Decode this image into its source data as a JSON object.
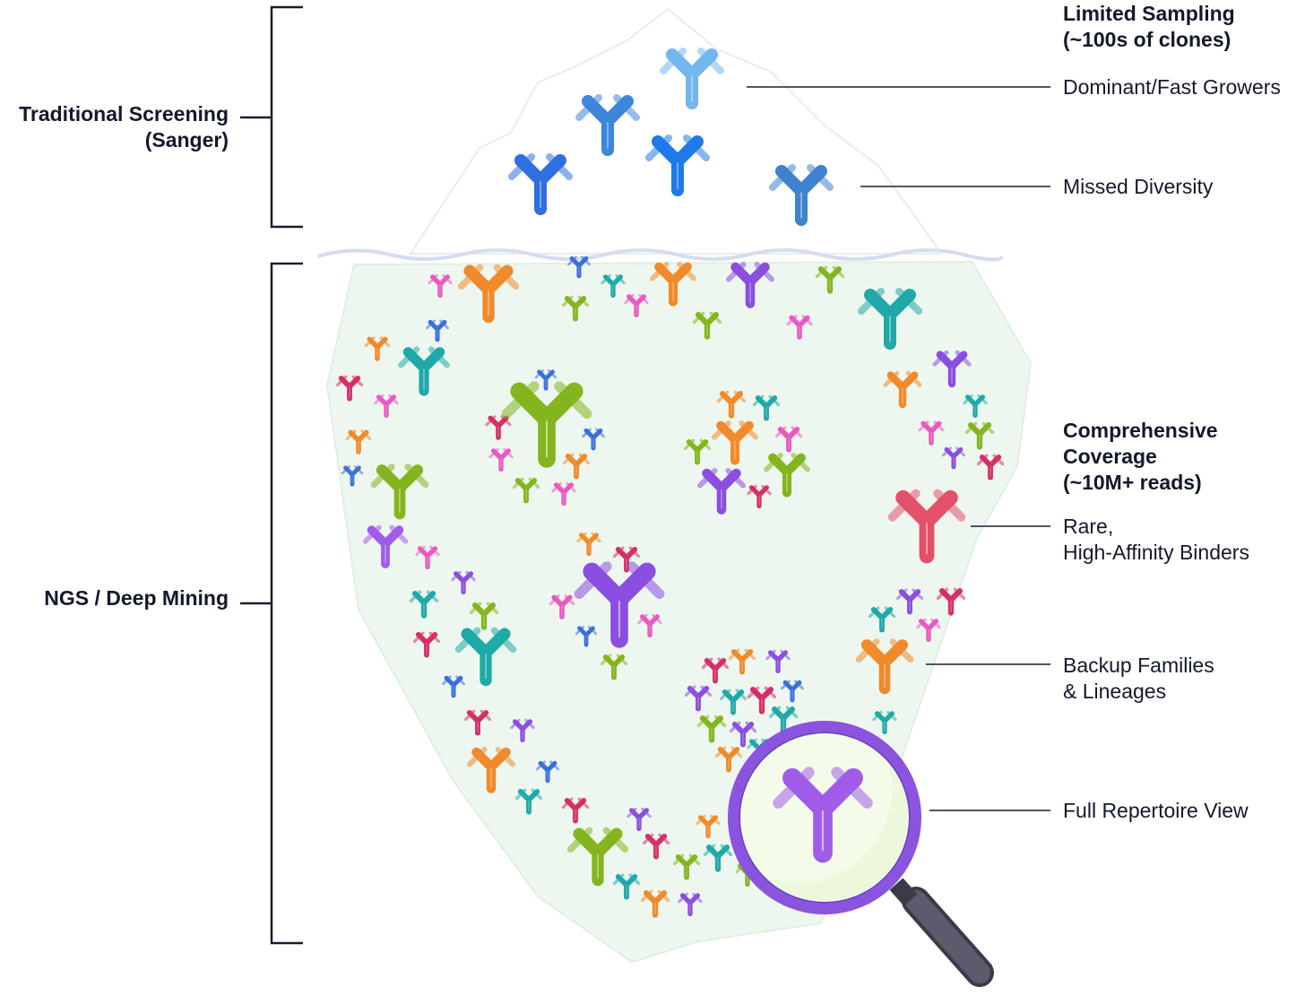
{
  "left_labels": {
    "traditional": [
      "Traditional Screening",
      "(Sanger)"
    ],
    "ngs": "NGS / Deep Mining"
  },
  "top_section": {
    "title": [
      "Limited Sampling",
      "(~100s of clones)"
    ],
    "dominant": "Dominant/Fast Growers",
    "missed": "Missed Diversity"
  },
  "bottom_section": {
    "title": [
      "Comprehensive",
      "Coverage",
      "(~10M+ reads)"
    ],
    "rare": [
      "Rare,",
      "High-Affinity Binders"
    ],
    "backup": [
      "Backup Families",
      "& Lineages"
    ],
    "full": "Full Repertoire View"
  },
  "colors": {
    "blue_shades": [
      "#2f6fe0",
      "#1e7ae8",
      "#3d86dc",
      "#74b6ee",
      "#3f82cf"
    ],
    "palette": [
      "#f08a2a",
      "#8b4ee0",
      "#84b51e",
      "#1fa9a8",
      "#d62f67",
      "#ea59c2",
      "#3a70da",
      "#a05ce8",
      "#e3506a"
    ],
    "magnifier_ring": "#8a54df",
    "magnifier_handle": "#5c5a6c"
  }
}
